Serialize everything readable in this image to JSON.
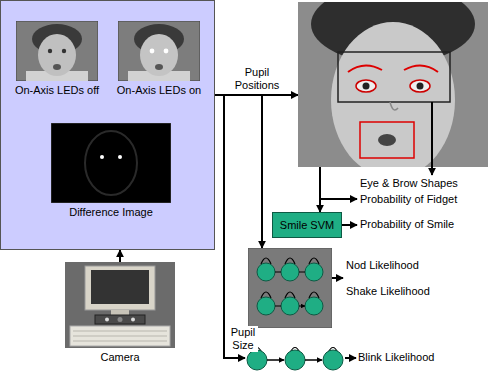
{
  "diagram": {
    "nodes": [
      {
        "text": []
      },
      {
        "text": [
          "On-Axis LEDs off"
        ],
        "in": 0
      },
      {
        "text": [
          "On-Axis LEDs on"
        ],
        "in": 0
      },
      {
        "text": [
          "Difference Image"
        ],
        "in": 0
      },
      {
        "text": [
          "Camera"
        ]
      },
      {
        "text": []
      },
      {
        "text": [
          "Smile SVM"
        ]
      },
      {
        "text": []
      },
      {
        "text": []
      }
    ],
    "edges": [
      {
        "from": 4,
        "to": 0,
        "arrow": "to"
      },
      {
        "from": 0,
        "to": 5,
        "label": "Pupil Positions",
        "arrow": "to"
      },
      {
        "from": 0,
        "to": 7,
        "arrow": "to"
      },
      {
        "from": 5,
        "to": 6,
        "arrow": "to"
      },
      {
        "from": 0,
        "to": 8,
        "label": "Pupil Size",
        "arrow": "to"
      }
    ],
    "labels": [
      "Eye & Brow Shapes",
      "Probability of Fidget",
      "Probability of Smile",
      "Nod Likelihood",
      "Shake Likelihood",
      "Blink Likelihood"
    ]
  }
}
